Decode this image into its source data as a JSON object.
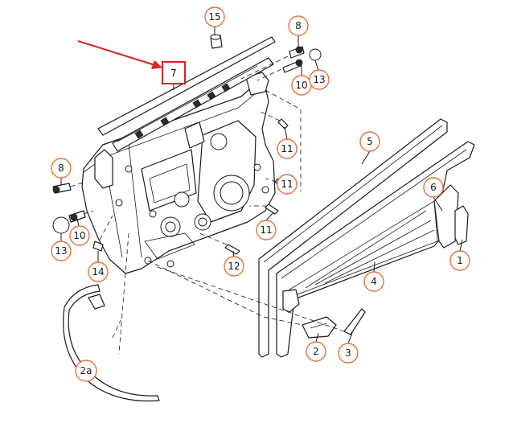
{
  "callouts": {
    "c1": "1",
    "c2": "2",
    "c2a": "2a",
    "c3": "3",
    "c4": "4",
    "c5": "5",
    "c6": "6",
    "c7": "7",
    "c8_top": "8",
    "c8_left": "8",
    "c10_top": "10",
    "c10_left": "10",
    "c11_a": "11",
    "c11_b": "11",
    "c11_c": "11",
    "c12": "12",
    "c13_top": "13",
    "c13_left": "13",
    "c14": "14",
    "c15": "15"
  },
  "colors": {
    "callout_ring": "#e2753e",
    "highlight_box": "#e02020",
    "arrow": "#e02020",
    "line": "#1a1a1a"
  }
}
